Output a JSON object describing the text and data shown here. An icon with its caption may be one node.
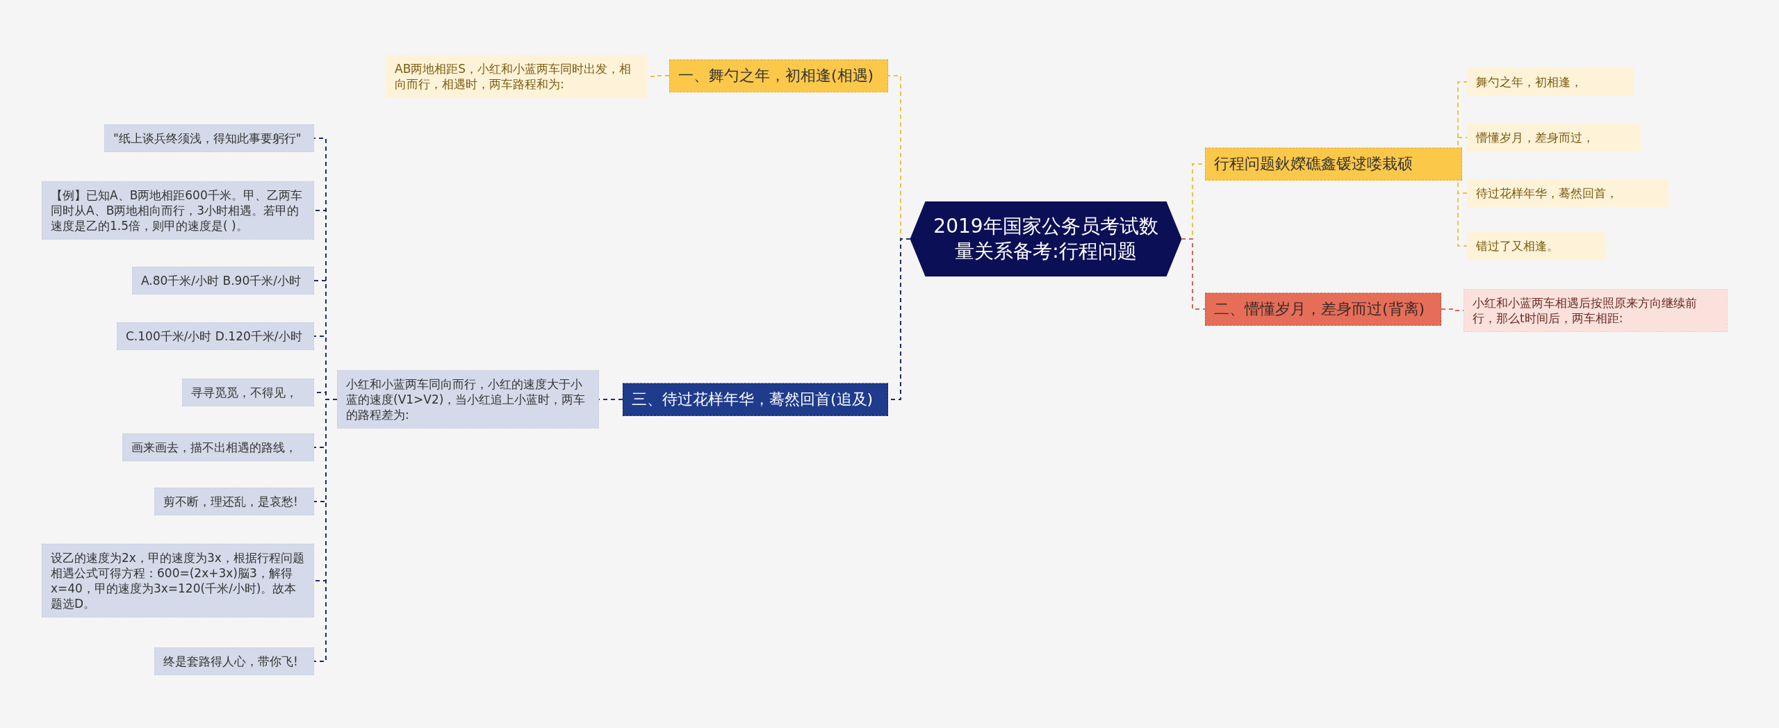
{
  "diagram": {
    "nodes": [
      {
        "text": [
          "2019年国家公务员考试数量关系备考:行程问题"
        ]
      },
      {
        "text": [
          "一、舞勺之年，初相逢(相遇)"
        ]
      },
      {
        "text": [
          "AB两地相距S，小红和小蓝两车同时出发，相向而行，相遇时，两车路程和为:"
        ]
      },
      {
        "text": [
          "三、待过花样年华，蓦然回首(追及)"
        ]
      },
      {
        "text": [
          "小红和小蓝两车同向而行，小红的速度大于小蓝的速度(V1>V2)，当小红追上小蓝时，两车的路程差为:"
        ]
      },
      {
        "text": [
          "\"纸上谈兵终须浅，得知此事要躬行\""
        ]
      },
      {
        "text": [
          "【例】已知A、B两地相距600千米。甲、乙两车同时从A、B两地相向而行，3小时相遇。若甲的速度是乙的1.5倍，则甲的速度是( )。"
        ]
      },
      {
        "text": [
          "A.80千米/小时 B.90千米/小时"
        ]
      },
      {
        "text": [
          "C.100千米/小时 D.120千米/小时"
        ]
      },
      {
        "text": [
          "寻寻觅觅，不得见，"
        ]
      },
      {
        "text": [
          "画来画去，描不出相遇的路线，"
        ]
      },
      {
        "text": [
          "剪不断，理还乱，是哀愁!"
        ]
      },
      {
        "text": [
          "设乙的速度为2x，甲的速度为3x，根据行程问题相遇公式可得方程：600=(2x+3x)脳3，解得x=40，甲的速度为3x=120(千米/小时)。故本题选D。"
        ]
      },
      {
        "text": [
          "终是套路得人心，带你飞!"
        ]
      },
      {
        "text": [
          "行程问题鈥嬫礁鑫锾逑喽栽硕"
        ]
      },
      {
        "text": [
          "舞勺之年，初相逢，"
        ]
      },
      {
        "text": [
          "懵懂岁月，差身而过，"
        ]
      },
      {
        "text": [
          "待过花样年华，蓦然回首，"
        ]
      },
      {
        "text": [
          "错过了又相逢。"
        ]
      },
      {
        "text": [
          "二、懵懂岁月，差身而过(背离)"
        ]
      },
      {
        "text": [
          "小红和小蓝两车相遇后按照原来方向继续前行，那么t时间后，两车相距:"
        ]
      }
    ],
    "edges": [
      {
        "from": 0,
        "to": 1,
        "arrow": "none",
        "style": "dashed",
        "color": "#f0c040"
      },
      {
        "from": 1,
        "to": 2,
        "arrow": "none",
        "style": "dashed",
        "color": "#f0c040"
      },
      {
        "from": 0,
        "to": 3,
        "arrow": "none",
        "style": "dashed",
        "color": "#1c2b6b"
      },
      {
        "from": 3,
        "to": 4,
        "arrow": "none",
        "style": "dashed",
        "color": "#1c2b6b"
      },
      {
        "from": 4,
        "to": 5,
        "arrow": "none",
        "style": "dashed",
        "color": "#1c2b6b"
      },
      {
        "from": 4,
        "to": 6,
        "arrow": "none",
        "style": "dashed",
        "color": "#1c2b6b"
      },
      {
        "from": 4,
        "to": 7,
        "arrow": "none",
        "style": "dashed",
        "color": "#1c2b6b"
      },
      {
        "from": 4,
        "to": 8,
        "arrow": "none",
        "style": "dashed",
        "color": "#1c2b6b"
      },
      {
        "from": 4,
        "to": 9,
        "arrow": "none",
        "style": "dashed",
        "color": "#1c2b6b"
      },
      {
        "from": 4,
        "to": 10,
        "arrow": "none",
        "style": "dashed",
        "color": "#1c2b6b"
      },
      {
        "from": 4,
        "to": 11,
        "arrow": "none",
        "style": "dashed",
        "color": "#1c2b6b"
      },
      {
        "from": 4,
        "to": 12,
        "arrow": "none",
        "style": "dashed",
        "color": "#1c2b6b"
      },
      {
        "from": 4,
        "to": 13,
        "arrow": "none",
        "style": "dashed",
        "color": "#1c2b6b"
      },
      {
        "from": 0,
        "to": 14,
        "arrow": "none",
        "style": "dashed",
        "color": "#f0c040"
      },
      {
        "from": 14,
        "to": 15,
        "arrow": "none",
        "style": "dashed",
        "color": "#f0c040"
      },
      {
        "from": 14,
        "to": 16,
        "arrow": "none",
        "style": "dashed",
        "color": "#f0c040"
      },
      {
        "from": 14,
        "to": 17,
        "arrow": "none",
        "style": "dashed",
        "color": "#f0c040"
      },
      {
        "from": 14,
        "to": 18,
        "arrow": "none",
        "style": "dashed",
        "color": "#f0c040"
      },
      {
        "from": 0,
        "to": 19,
        "arrow": "none",
        "style": "dashed",
        "color": "#d9644c"
      },
      {
        "from": 19,
        "to": 20,
        "arrow": "none",
        "style": "dashed",
        "color": "#d9644c"
      }
    ]
  }
}
